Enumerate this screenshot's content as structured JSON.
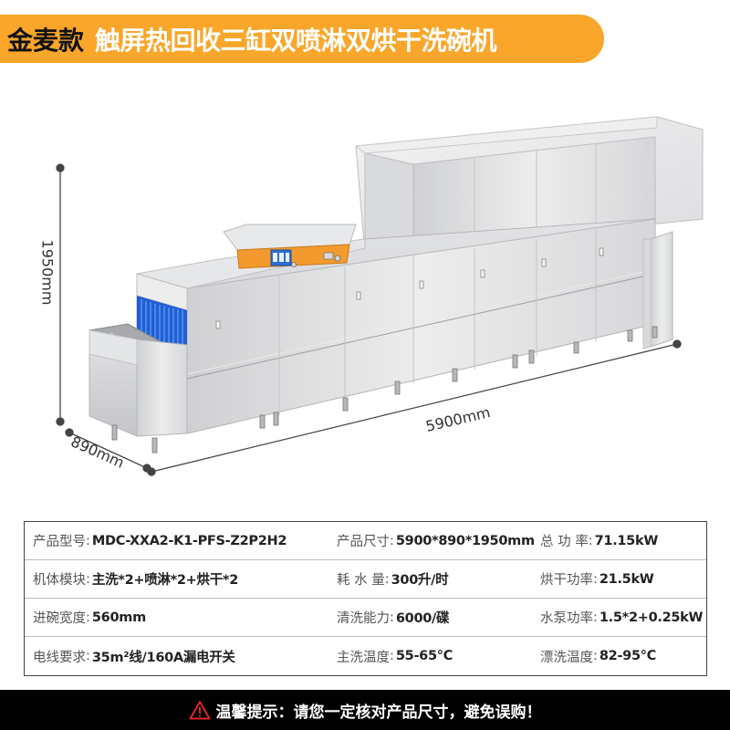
{
  "header": {
    "brand": "金麦款",
    "title": "触屏热回收三缸双喷淋双烘干洗碗机",
    "accent_color": "#F9A62A"
  },
  "diagram": {
    "height_label": "1950mm",
    "depth_label": "890mm",
    "width_label": "5900mm",
    "product_image": "conveyor-dishwasher-illustration"
  },
  "specs": {
    "rows": [
      [
        {
          "key": "产品型号",
          "value": "MDC-XXA2-K1-PFS-Z2P2H2"
        },
        {
          "key": "产品尺寸",
          "value": "5900*890*1950mm"
        },
        {
          "key": "总 功 率 ",
          "value": "71.15kW"
        }
      ],
      [
        {
          "key": "机体模块",
          "value": "主洗*2+喷淋*2+烘干*2"
        },
        {
          "key": "耗 水 量 ",
          "value": "300升/时"
        },
        {
          "key": "烘干功率",
          "value": "21.5kW"
        }
      ],
      [
        {
          "key": "进碗宽度",
          "value": "560mm"
        },
        {
          "key": "清洗能力",
          "value": "6000/碟"
        },
        {
          "key": "水泵功率",
          "value": "1.5*2+0.25kW"
        }
      ],
      [
        {
          "key": "电线要求",
          "value": "35m²线/160A漏电开关"
        },
        {
          "key": "主洗温度",
          "value": "55-65℃"
        },
        {
          "key": "漂洗温度",
          "value": "82-95℃"
        }
      ]
    ],
    "separator": ":"
  },
  "footer": {
    "icon": "warning-triangle-icon",
    "icon_color": "#E02424",
    "tip": "温馨提示：请您一定核对产品尺寸，避免误购！"
  }
}
